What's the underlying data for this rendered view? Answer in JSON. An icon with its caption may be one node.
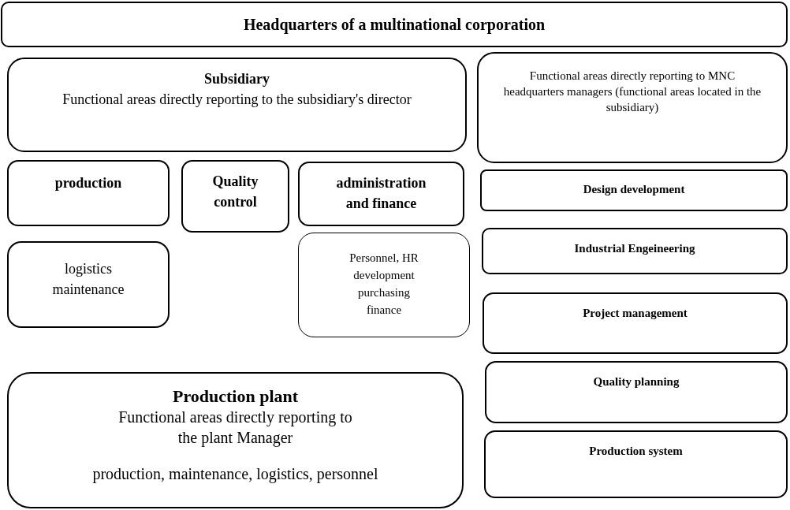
{
  "diagram": {
    "nodes": [
      {
        "text": [
          "Headquarters of a multinational corporation"
        ]
      },
      {
        "text": [
          "Subsidiary",
          "Functional areas directly reporting to the subsidiary's director"
        ]
      },
      {
        "text": [
          "production"
        ]
      },
      {
        "text": [
          "Quality control"
        ]
      },
      {
        "text": [
          "administration and finance"
        ]
      },
      {
        "text": [
          "logistics maintenance"
        ]
      },
      {
        "text": [
          "Personnel, HR development purchasing finance"
        ]
      },
      {
        "text": [
          "Production plant",
          "Functional areas directly reporting to the plant Manager",
          "production, maintenance, logistics, personnel"
        ]
      },
      {
        "text": [
          "Functional areas directly reporting to MNC headquarters managers (functional areas located in the subsidiary)"
        ]
      },
      {
        "text": [
          "Design development"
        ]
      },
      {
        "text": [
          "Industrial Engeineering"
        ]
      },
      {
        "text": [
          "Project management"
        ]
      },
      {
        "text": [
          "Quality planning"
        ]
      },
      {
        "text": [
          "Production system"
        ]
      }
    ]
  }
}
